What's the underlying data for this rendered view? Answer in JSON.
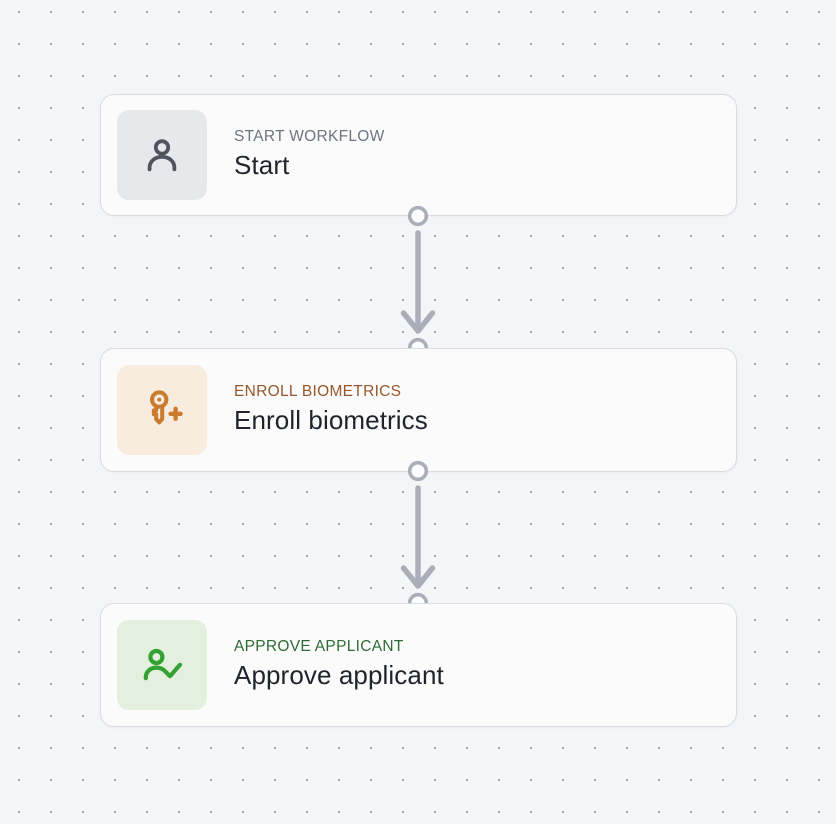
{
  "canvas": {
    "bg": "#f4f5f7",
    "dot_color": "#a9aeb6"
  },
  "workflow": {
    "node_bg": "#fbfbfc",
    "node_border": "#d8dbe1",
    "title_color": "#1f232c",
    "connector_color": "#a9aeb9",
    "nodes": [
      {
        "id": "start",
        "label": "START WORKFLOW",
        "title": "Start",
        "icon": "user-icon",
        "label_color": "#6e747f",
        "tile_bg": "#e6e8eb",
        "icon_color": "#4f545e"
      },
      {
        "id": "enroll-biometrics",
        "label": "ENROLL BIOMETRICS",
        "title": "Enroll biometrics",
        "icon": "key-plus-icon",
        "label_color": "#97562c",
        "tile_bg": "#f8ecde",
        "icon_color": "#c97c2e"
      },
      {
        "id": "approve-applicant",
        "label": "APPROVE APPLICANT",
        "title": "Approve applicant",
        "icon": "user-check-icon",
        "label_color": "#2d6b35",
        "tile_bg": "#e4f0de",
        "icon_color": "#33a133"
      }
    ]
  }
}
